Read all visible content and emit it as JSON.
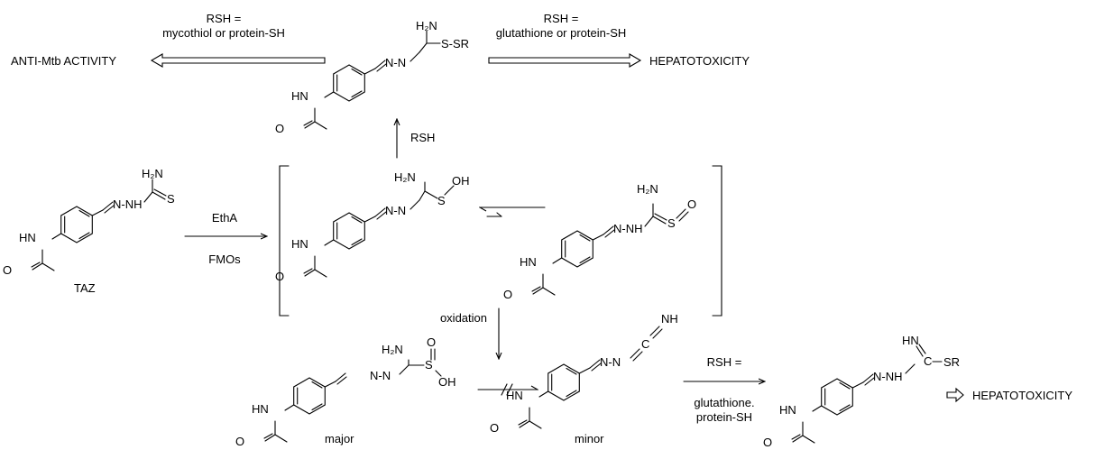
{
  "top": {
    "rsh_left": "RSH =",
    "rsh_left_def": "mycothiol or protein-SH",
    "rsh_right": "RSH =",
    "rsh_right_def": "glutathione or protein-SH",
    "outcome_left": "ANTI-Mtb ACTIVITY",
    "outcome_right": "HEPATOTOXICITY",
    "up_arrow_reagent": "RSH"
  },
  "reaction": {
    "enzyme_1": "EthA",
    "enzyme_2": "FMOs",
    "oxidation": "oxidation",
    "rsh_bottom": "RSH =",
    "rsh_bottom_def_1": "glutathione.",
    "rsh_bottom_def_2": "protein-SH"
  },
  "compounds": {
    "taz_label": "TAZ",
    "major_label": "major",
    "minor_label": "minor",
    "final_outcome": "HEPATOTOXICITY"
  },
  "atoms": {
    "HN": "HN",
    "O": "O",
    "H2N": "H₂N",
    "S": "S",
    "OH": "OH",
    "N": "N",
    "NH": "NH",
    "SSR": "S-SR",
    "SR": "SR",
    "NNH": "N-NH",
    "NN": "N-N",
    "C": "C",
    "HN_imine": "HN"
  }
}
